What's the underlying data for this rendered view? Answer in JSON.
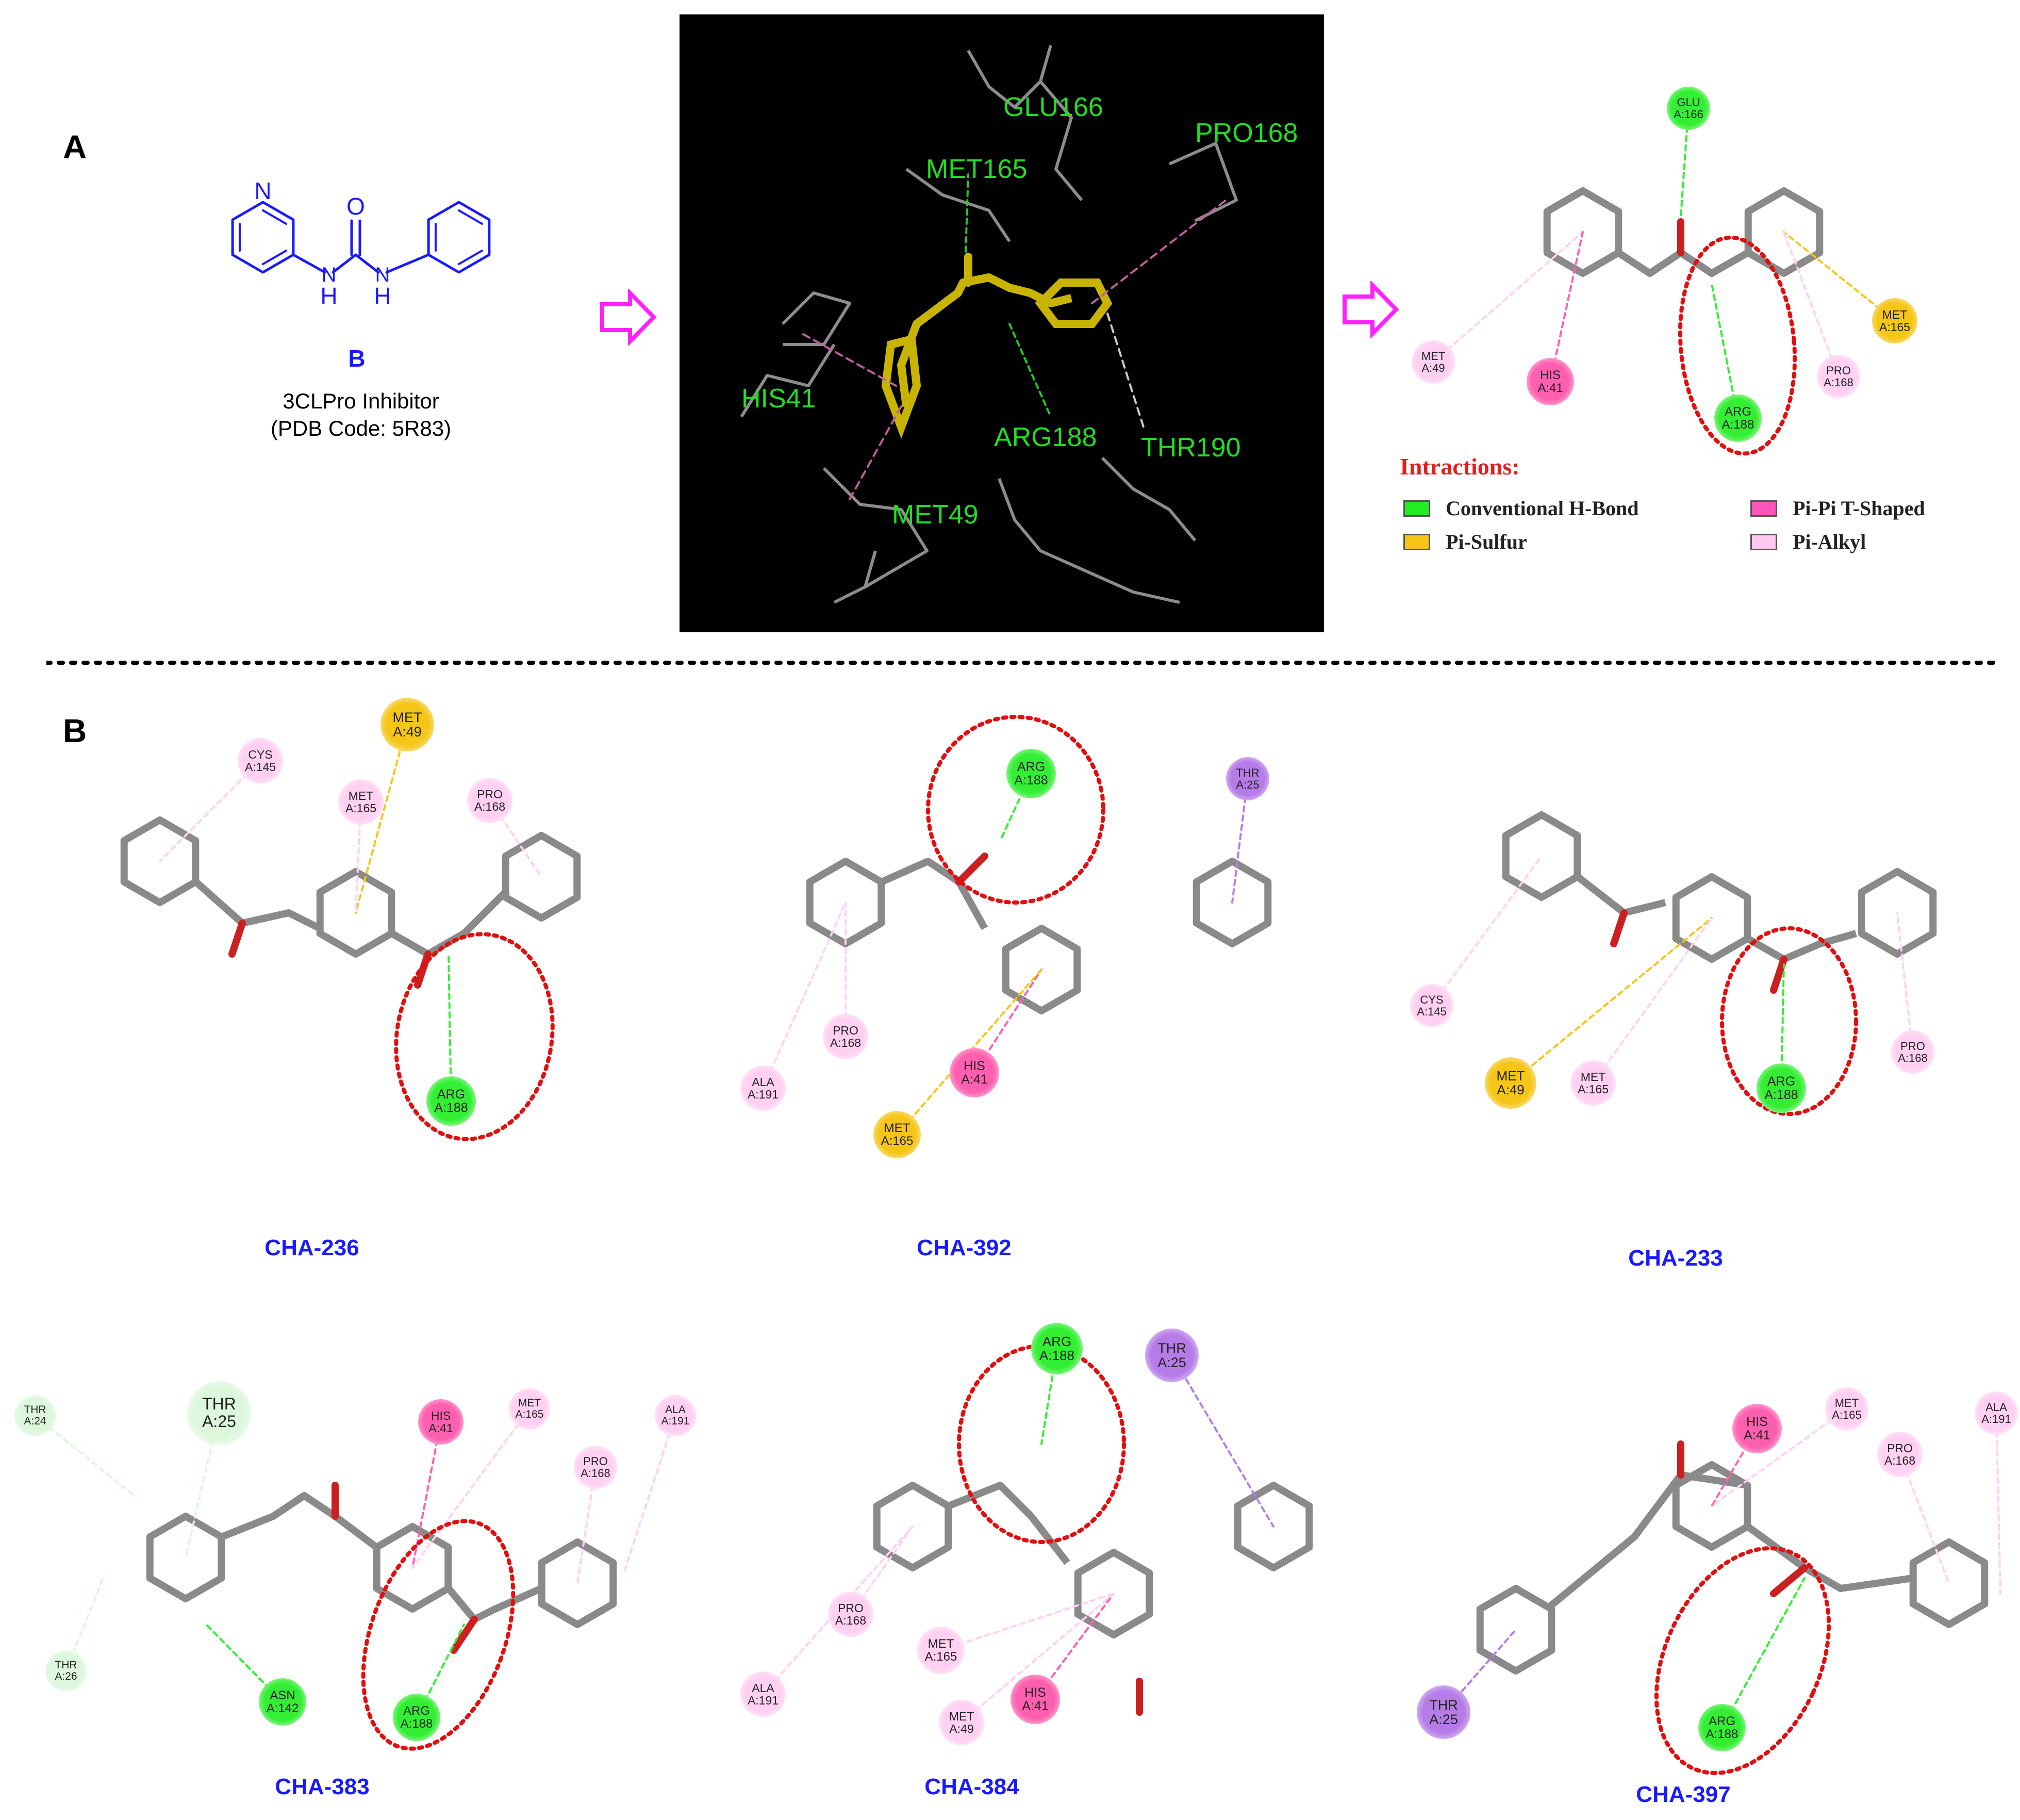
{
  "panel_a": {
    "letter": "A",
    "compound_label": "B",
    "description_line1": "3CLPro Inhibitor",
    "description_line2": "(PDB Code: 5R83)",
    "structure_atoms": {
      "N_ring": "N",
      "O": "O",
      "NH_left": "H",
      "NH_right": "H",
      "N_left": "N",
      "N_right": "N"
    },
    "docking_labels": [
      {
        "id": "glu166",
        "text": "GLU166"
      },
      {
        "id": "met165",
        "text": "MET165"
      },
      {
        "id": "pro168",
        "text": "PRO168"
      },
      {
        "id": "his41",
        "text": "HIS41"
      },
      {
        "id": "arg188",
        "text": "ARG188"
      },
      {
        "id": "thr190",
        "text": "THR190"
      },
      {
        "id": "met49",
        "text": "MET49"
      }
    ],
    "interaction_residues": [
      {
        "id": "glu166",
        "l1": "GLU",
        "l2": "A:166",
        "type": "hbond"
      },
      {
        "id": "met165",
        "l1": "MET",
        "l2": "A:165",
        "type": "pisulfur"
      },
      {
        "id": "met49",
        "l1": "MET",
        "l2": "A:49",
        "type": "pialkyl"
      },
      {
        "id": "his41",
        "l1": "HIS",
        "l2": "A:41",
        "type": "pipi"
      },
      {
        "id": "arg188",
        "l1": "ARG",
        "l2": "A:188",
        "type": "hbond"
      },
      {
        "id": "pro168",
        "l1": "PRO",
        "l2": "A:168",
        "type": "pialkyl"
      }
    ],
    "legend": {
      "title": "Intractions:",
      "items": [
        {
          "id": "hbond",
          "label": "Conventional H-Bond",
          "color": "#22ee22"
        },
        {
          "id": "pisulfur",
          "label": "Pi-Sulfur",
          "color": "#f5c518"
        },
        {
          "id": "pipi",
          "label": "Pi-Pi T-Shaped",
          "color": "#ff55bb"
        },
        {
          "id": "pialkyl",
          "label": "Pi-Alkyl",
          "color": "#ffc8f0"
        }
      ]
    }
  },
  "panel_b": {
    "letter": "B",
    "compounds": [
      {
        "name": "CHA-236",
        "residues": [
          {
            "l1": "CYS",
            "l2": "A:145",
            "type": "pialkyl"
          },
          {
            "l1": "MET",
            "l2": "A:49",
            "type": "pisulfur"
          },
          {
            "l1": "MET",
            "l2": "A:165",
            "type": "pialkyl"
          },
          {
            "l1": "PRO",
            "l2": "A:168",
            "type": "pialkyl"
          },
          {
            "l1": "ARG",
            "l2": "A:188",
            "type": "hbond"
          }
        ]
      },
      {
        "name": "CHA-392",
        "residues": [
          {
            "l1": "ARG",
            "l2": "A:188",
            "type": "hbond"
          },
          {
            "l1": "THR",
            "l2": "A:25",
            "type": "pisigma"
          },
          {
            "l1": "PRO",
            "l2": "A:168",
            "type": "pialkyl"
          },
          {
            "l1": "ALA",
            "l2": "A:191",
            "type": "pialkyl"
          },
          {
            "l1": "HIS",
            "l2": "A:41",
            "type": "pipi"
          },
          {
            "l1": "MET",
            "l2": "A:165",
            "type": "pisulfur"
          }
        ]
      },
      {
        "name": "CHA-233",
        "residues": [
          {
            "l1": "CYS",
            "l2": "A:145",
            "type": "pialkyl"
          },
          {
            "l1": "MET",
            "l2": "A:49",
            "type": "pisulfur"
          },
          {
            "l1": "MET",
            "l2": "A:165",
            "type": "pialkyl"
          },
          {
            "l1": "ARG",
            "l2": "A:188",
            "type": "hbond"
          },
          {
            "l1": "PRO",
            "l2": "A:168",
            "type": "pialkyl"
          }
        ]
      },
      {
        "name": "CHA-383",
        "residues": [
          {
            "l1": "THR",
            "l2": "A:24",
            "type": "carbonh"
          },
          {
            "l1": "THR",
            "l2": "A:25",
            "type": "carbonh"
          },
          {
            "l1": "HIS",
            "l2": "A:41",
            "type": "pipi"
          },
          {
            "l1": "MET",
            "l2": "A:165",
            "type": "pialkyl"
          },
          {
            "l1": "ALA",
            "l2": "A:191",
            "type": "pialkyl"
          },
          {
            "l1": "PRO",
            "l2": "A:168",
            "type": "pialkyl"
          },
          {
            "l1": "THR",
            "l2": "A:26",
            "type": "carbonh"
          },
          {
            "l1": "ASN",
            "l2": "A:142",
            "type": "hbond"
          },
          {
            "l1": "ARG",
            "l2": "A:188",
            "type": "hbond"
          }
        ]
      },
      {
        "name": "CHA-384",
        "residues": [
          {
            "l1": "ARG",
            "l2": "A:188",
            "type": "hbond"
          },
          {
            "l1": "THR",
            "l2": "A:25",
            "type": "pisigma"
          },
          {
            "l1": "PRO",
            "l2": "A:168",
            "type": "pialkyl"
          },
          {
            "l1": "ALA",
            "l2": "A:191",
            "type": "pialkyl"
          },
          {
            "l1": "MET",
            "l2": "A:165",
            "type": "pialkyl"
          },
          {
            "l1": "HIS",
            "l2": "A:41",
            "type": "pipi"
          },
          {
            "l1": "MET",
            "l2": "A:49",
            "type": "pialkyl"
          }
        ]
      },
      {
        "name": "CHA-397",
        "residues": [
          {
            "l1": "HIS",
            "l2": "A:41",
            "type": "pipi"
          },
          {
            "l1": "MET",
            "l2": "A:165",
            "type": "pialkyl"
          },
          {
            "l1": "ALA",
            "l2": "A:191",
            "type": "pialkyl"
          },
          {
            "l1": "PRO",
            "l2": "A:168",
            "type": "pialkyl"
          },
          {
            "l1": "THR",
            "l2": "A:25",
            "type": "pisigma"
          },
          {
            "l1": "ARG",
            "l2": "A:188",
            "type": "hbond"
          }
        ]
      }
    ]
  },
  "colors": {
    "hbond": "#33ee33",
    "pisulfur": "#f5c518",
    "pipi": "#ff5faf",
    "pialkyl": "#ffd0f2",
    "pisigma": "#b57ce8",
    "carbonh": "#dcf7dc",
    "arrow": "#ff22ff",
    "ligand_bond": "#8a8a8a",
    "ellipse": "#e01010",
    "structure_blue": "#1a1aff",
    "label_blue": "#1a1aff"
  }
}
